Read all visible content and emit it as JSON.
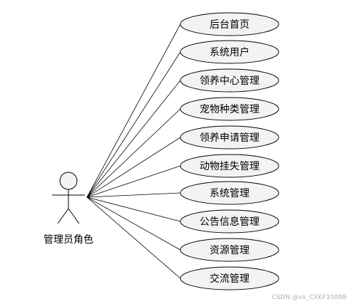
{
  "diagram": {
    "actor": {
      "label": "管理员角色",
      "icon": "stick-figure-actor"
    },
    "use_cases": [
      {
        "label": "后台首页"
      },
      {
        "label": "系统用户"
      },
      {
        "label": "领养中心管理"
      },
      {
        "label": "宠物种类管理"
      },
      {
        "label": "领养申请管理"
      },
      {
        "label": "动物挂失管理"
      },
      {
        "label": "系统管理"
      },
      {
        "label": "公告信息管理"
      },
      {
        "label": "资源管理"
      },
      {
        "label": "交流管理"
      }
    ],
    "watermark": "CSDN @vx_CXKF10088",
    "colors": {
      "ellipse_fill": "#f3f3f3",
      "stroke": "#000000",
      "watermark": "#b0b0b0"
    }
  }
}
